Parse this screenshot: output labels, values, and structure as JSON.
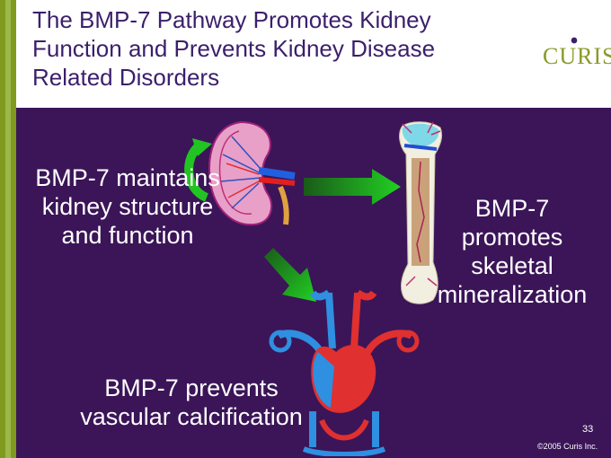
{
  "slide": {
    "title": "The BMP-7 Pathway Promotes Kidney Function and Prevents Kidney Disease Related Disorders",
    "logo_text": "CURIS",
    "labels": {
      "kidney": "BMP-7 maintains kidney structure and function",
      "bone": "BMP-7 promotes skeletal mineralization",
      "vascular": "BMP-7 prevents vascular calcification"
    },
    "page_number": "33",
    "copyright": "©2005 Curis Inc."
  },
  "colors": {
    "panel": "#3b1558",
    "title": "#3b1f6b",
    "accent_bar": "#7f9a1f",
    "arrow_green": "#22c422"
  },
  "icons": [
    "kidney-illustration",
    "bone-illustration",
    "circulatory-heart-illustration",
    "curved-arrow-icon",
    "arrow-right-icon",
    "arrow-down-icon"
  ]
}
